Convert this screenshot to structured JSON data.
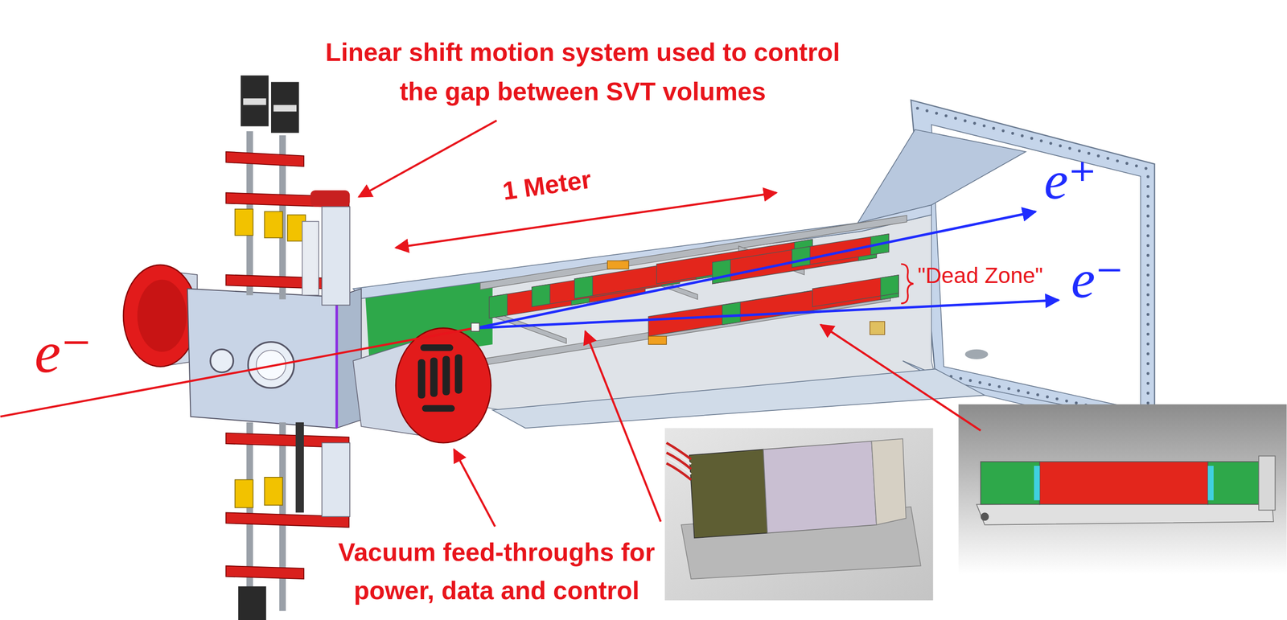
{
  "diagram": {
    "labels": [
      "Linear shift motion system used to control the gap between SVT volumes",
      "1 Meter",
      "e⁺",
      "\"Dead Zone\"",
      "e⁻",
      "e⁻",
      "Vacuum feed-throughs for power, data and control"
    ]
  }
}
